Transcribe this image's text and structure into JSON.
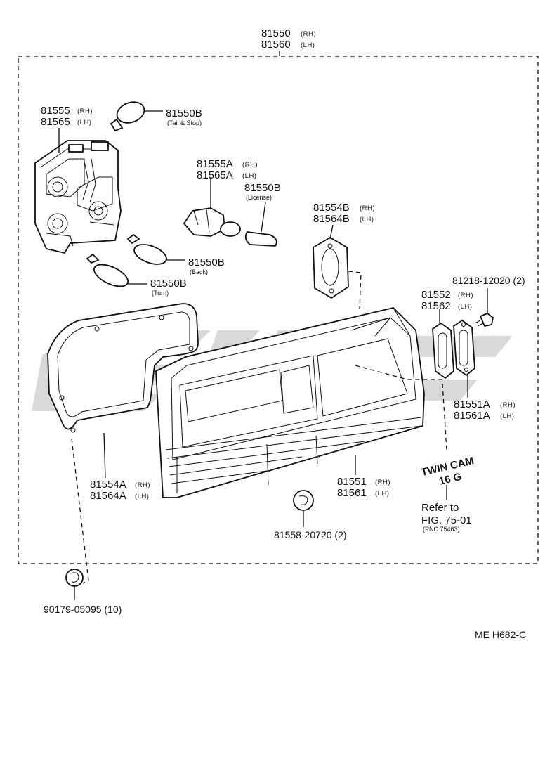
{
  "assembly": {
    "rh": "81550",
    "rh_side": "(RH)",
    "lh": "81560",
    "lh_side": "(LH)"
  },
  "socket_main": {
    "rh": "81555",
    "rh_side": "(RH)",
    "lh": "81565",
    "lh_side": "(LH)"
  },
  "bulb_tail": {
    "pn": "81550B",
    "note": "(Tail & Stop)"
  },
  "socket_license": {
    "rh": "81555A",
    "rh_side": "(RH)",
    "lh": "81565A",
    "lh_side": "(LH)"
  },
  "bulb_license": {
    "pn": "81550B",
    "note": "(License)"
  },
  "bulb_back": {
    "pn": "81550B",
    "note": "(Back)"
  },
  "bulb_turn": {
    "pn": "81550B",
    "note": "(Turn)"
  },
  "gasket_b": {
    "rh": "81554B",
    "rh_side": "(RH)",
    "lh": "81564B",
    "lh_side": "(LH)"
  },
  "screw": {
    "pn": "81218-12020 (2)"
  },
  "lens_gasket": {
    "rh": "81552",
    "rh_side": "(RH)",
    "lh": "81562",
    "lh_side": "(LH)"
  },
  "license_lens": {
    "rh": "81551A",
    "rh_side": "(RH)",
    "lh": "81561A",
    "lh_side": "(LH)"
  },
  "emblem": {
    "line1": "TWIN CAM",
    "line2": "16 G"
  },
  "reference": {
    "line1": "Refer to",
    "line2": "FIG. 75-01",
    "line3": "(PNC 75463)"
  },
  "gasket_a": {
    "rh": "81554A",
    "rh_side": "(RH)",
    "lh": "81564A",
    "lh_side": "(LH)"
  },
  "lens": {
    "rh": "81551",
    "rh_side": "(RH)",
    "lh": "81561",
    "lh_side": "(LH)"
  },
  "clip": {
    "pn": "81558-20720 (2)"
  },
  "nut": {
    "pn": "90179-05095 (10)"
  },
  "figure_code": "ME  H682-C"
}
